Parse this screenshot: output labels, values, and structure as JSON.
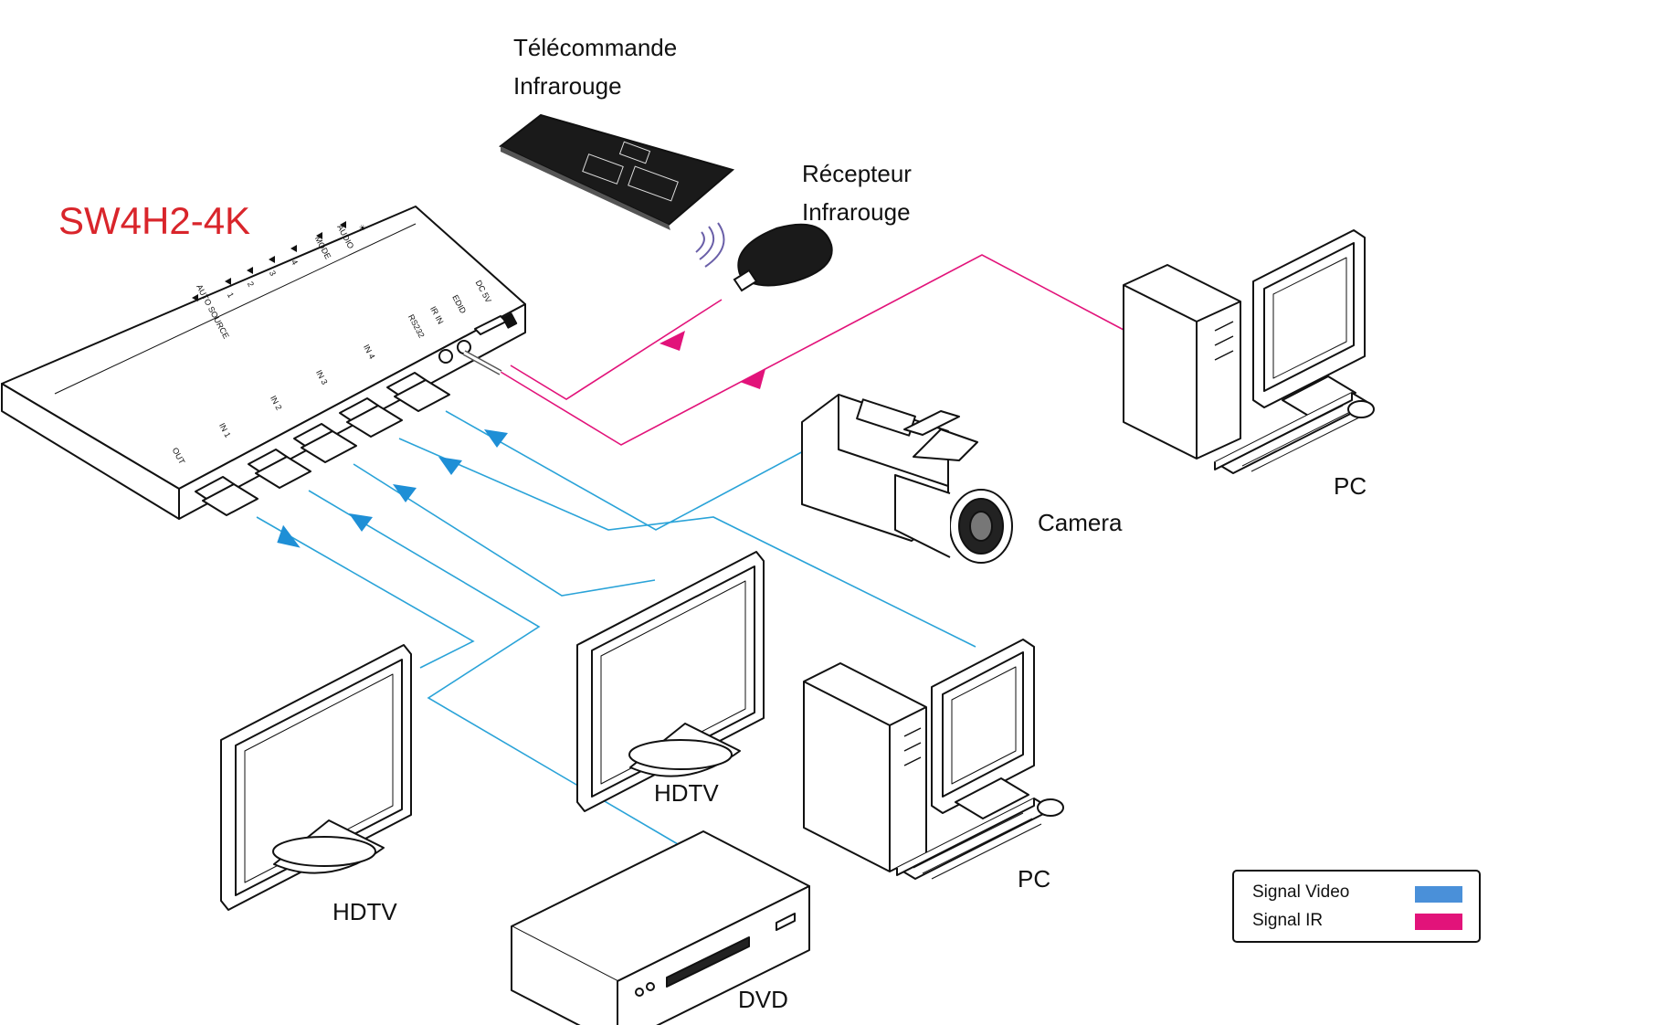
{
  "title": "SW4H2-4K",
  "labels": {
    "remote_line1": "Télécommande",
    "remote_line2": "Infrarouge",
    "receiver_line1": "Récepteur",
    "receiver_line2": "Infrarouge",
    "camera": "Camera",
    "pc_top": "PC",
    "pc_middle": "PC",
    "hdtv_middle": "HDTV",
    "hdtv_left": "HDTV",
    "dvd": "DVD"
  },
  "device_panel": {
    "top_labels": [
      "AUTO SOURCE",
      "1",
      "2",
      "3",
      "4",
      "MODE",
      "AUDIO",
      "☀"
    ],
    "back_labels": [
      "RS232",
      "IR IN",
      "EDID",
      "DC 5V"
    ],
    "front_labels": [
      "OUT",
      "IN 1",
      "IN 2",
      "IN 3",
      "IN 4"
    ]
  },
  "legend": {
    "video_label": "Signal Video",
    "ir_label": "Signal IR"
  },
  "colors": {
    "title": "#d9252b",
    "video": "#4a90d9",
    "video_line": "#2aa3d8",
    "ir": "#e2137a",
    "outline": "#111111"
  }
}
